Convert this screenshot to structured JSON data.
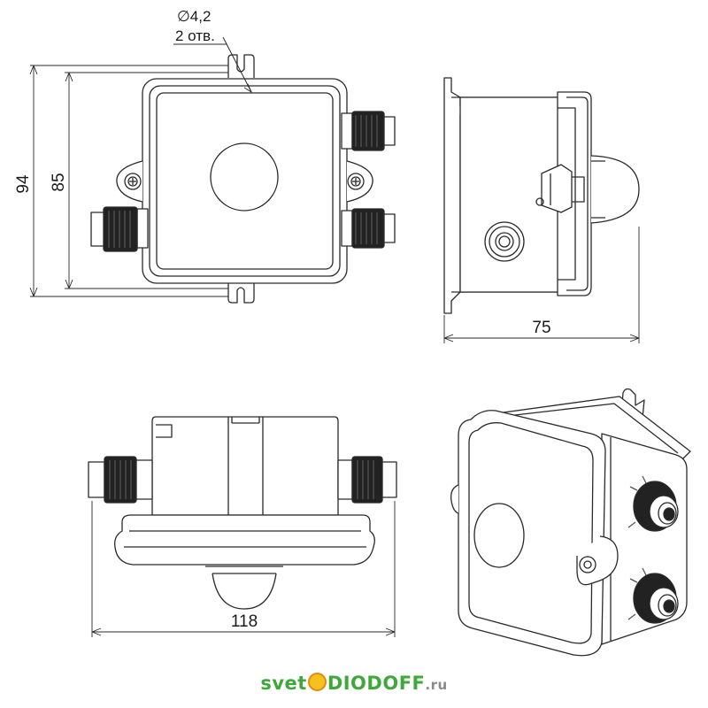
{
  "drawing": {
    "hole_note": {
      "diameter": "∅4,2",
      "count": "2 отв."
    },
    "dimensions": {
      "overall_height": "94",
      "mount_height": "85",
      "depth": "75",
      "width": "118"
    },
    "views": [
      "front-view",
      "side-view",
      "bottom-view",
      "isometric-view"
    ]
  },
  "logo": {
    "part1": "svet",
    "part2": "DIODOFF",
    "part3": ".ru"
  },
  "colors": {
    "line": "#2a2a2a",
    "fill": "#ffffff",
    "gland": "#222222",
    "logo_green": "#3ea83a",
    "logo_sun": "#f4c21b"
  }
}
